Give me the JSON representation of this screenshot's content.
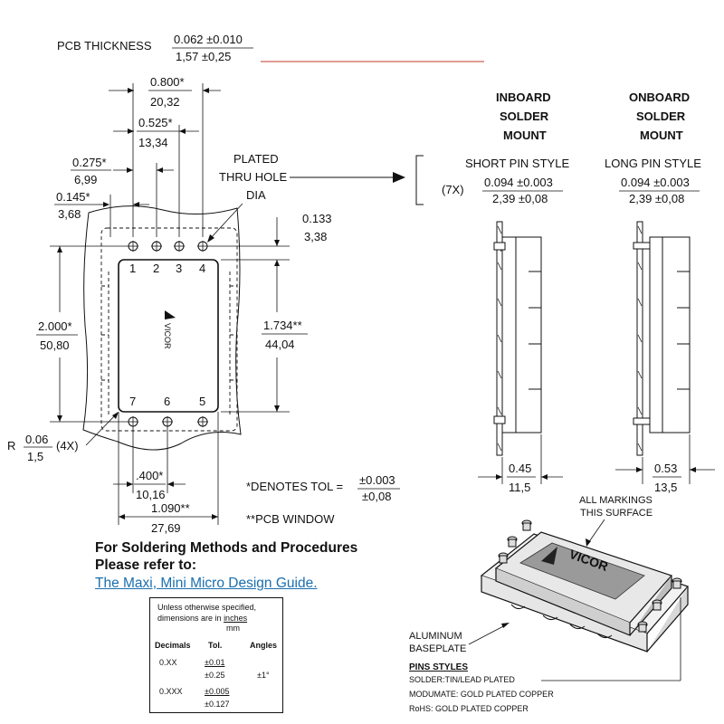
{
  "pcb_thickness": {
    "label": "PCB THICKNESS",
    "inch": "0.062 ±0.010",
    "mm": "1,57 ±0,25"
  },
  "dims": {
    "d0800": {
      "inch": "0.800*",
      "mm": "20,32"
    },
    "d0525": {
      "inch": "0.525*",
      "mm": "13,34"
    },
    "d0275": {
      "inch": "0.275*",
      "mm": "6,99"
    },
    "d0145": {
      "inch": "0.145*",
      "mm": "3,68"
    },
    "d0133": {
      "inch": "0.133",
      "mm": "3,38"
    },
    "d2000": {
      "inch": "2.000*",
      "mm": "50,80"
    },
    "d1734": {
      "inch": "1.734**",
      "mm": "44,04"
    },
    "d0400": {
      "inch": ".400*",
      "mm": "10,16"
    },
    "d1090": {
      "inch": "1.090**",
      "mm": "27,69"
    },
    "radius": {
      "prefix": "R",
      "inch": "0.06",
      "mm": "1,5",
      "count": "(4X)"
    }
  },
  "plated_hole": {
    "line1": "PLATED",
    "line2": "THRU HOLE",
    "line3": "DIA"
  },
  "pins": {
    "top": [
      "1",
      "2",
      "3",
      "4"
    ],
    "bottom": [
      "7",
      "6",
      "5"
    ]
  },
  "logo_text": "VICOR",
  "notes": {
    "denotes_prefix": "*DENOTES TOL =",
    "denotes_inch": "±0.003",
    "denotes_mm": "±0,08",
    "pcb_window": "**PCB WINDOW"
  },
  "inboard": {
    "title": [
      "INBOARD",
      "SOLDER",
      "MOUNT"
    ],
    "style": "SHORT PIN STYLE",
    "count": "(7X)",
    "inch": "0.094 ±0.003",
    "mm": "2,39 ±0,08",
    "dim_inch": "0.45",
    "dim_mm": "11,5"
  },
  "onboard": {
    "title": [
      "ONBOARD",
      "SOLDER",
      "MOUNT"
    ],
    "style": "LONG PIN STYLE",
    "inch": "0.094 ±0.003",
    "mm": "2,39 ±0,08",
    "dim_inch": "0.53",
    "dim_mm": "13,5"
  },
  "reference": {
    "line1": "For Soldering Methods and Procedures",
    "line2": "Please refer to:",
    "link": "The Maxi, Mini Micro Design Guide."
  },
  "tolerance_box": {
    "intro1": "Unless otherwise specified,",
    "intro2_a": "dimensions are in",
    "intro2_b": "inches",
    "intro3": "mm",
    "headers": [
      "Decimals",
      "Tol.",
      "Angles"
    ],
    "rows": [
      {
        "decimals": "0.XX",
        "tol_inch": "±0.01",
        "tol_mm": "±0.25",
        "angle": "±1°"
      },
      {
        "decimals": "0.XXX",
        "tol_inch": "±0.005",
        "tol_mm": "±0.127",
        "angle": ""
      }
    ]
  },
  "iso_view": {
    "markings1": "ALL MARKINGS",
    "markings2": "THIS SURFACE",
    "baseplate1": "ALUMINUM",
    "baseplate2": "BASEPLATE",
    "pin_styles_title": "PINS STYLES",
    "pin_style_lines": [
      "SOLDER:TIN/LEAD PLATED",
      "MODUMATE: GOLD PLATED COPPER",
      "RoHS: GOLD PLATED COPPER"
    ],
    "brand": "VICOR"
  }
}
